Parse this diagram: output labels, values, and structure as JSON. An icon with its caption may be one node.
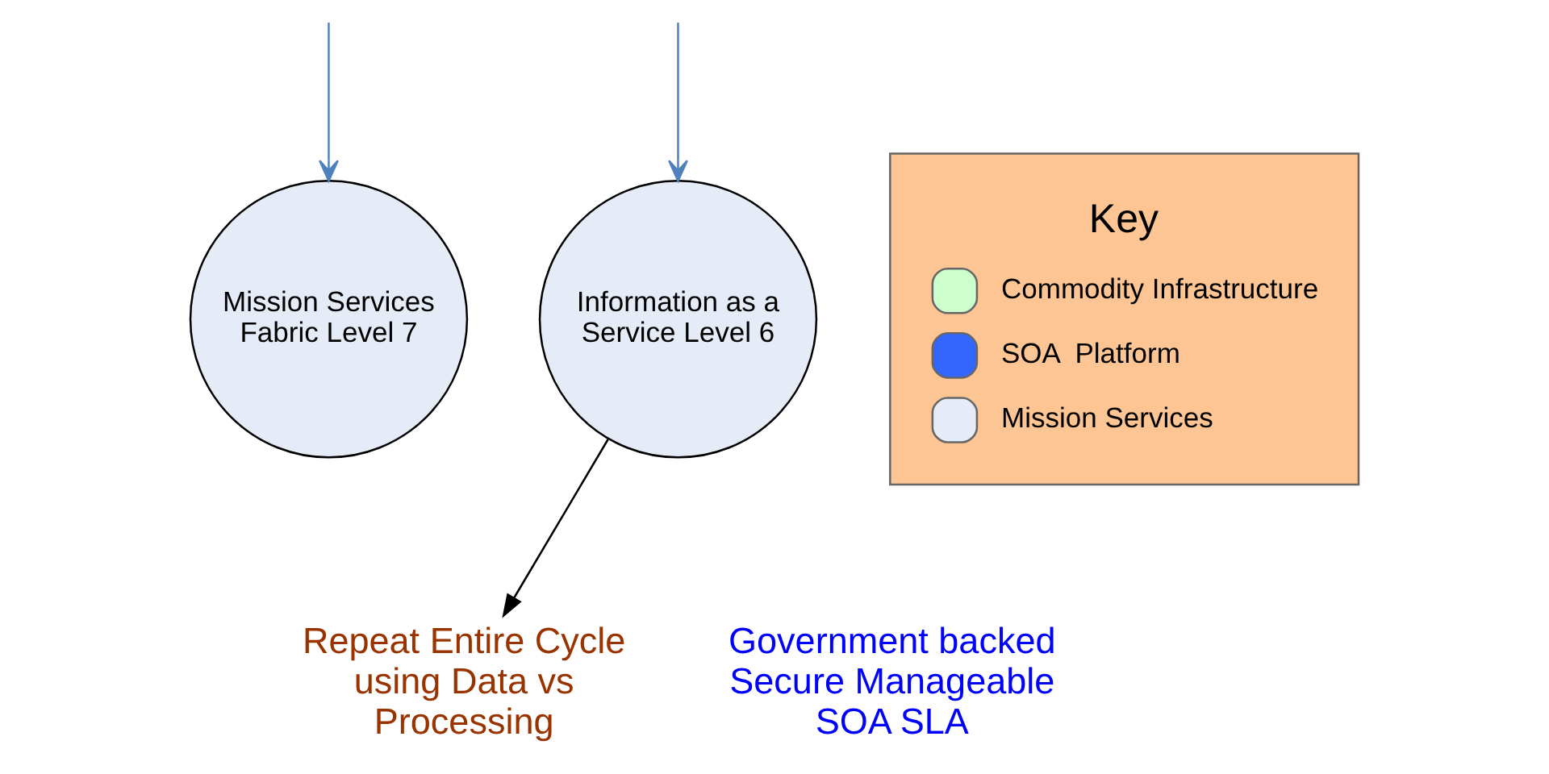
{
  "diagram": {
    "nodes": [
      {
        "text": [
          "Mission Services Fabric Level 7"
        ]
      },
      {
        "text": [
          "Information as a Service Level 6"
        ]
      },
      {
        "text": [
          "Repeat Entire Cycle using Data vs Processing"
        ]
      }
    ],
    "edges": [
      {
        "from": null,
        "to": 0,
        "arrow": "to"
      },
      {
        "from": null,
        "to": 1,
        "arrow": "to"
      },
      {
        "from": 1,
        "to": 2,
        "arrow": "to",
        "color": "#000000"
      }
    ],
    "labels": [
      "Key",
      "Government backed Secure Manageable SOA SLA"
    ],
    "legend": [
      {
        "text": "Commodity Infrastructure",
        "color": "#ccffcc"
      },
      {
        "text": "SOA  Platform",
        "color": "#3366ff"
      },
      {
        "text": "Mission Services",
        "color": "#e6ecf7"
      }
    ]
  }
}
